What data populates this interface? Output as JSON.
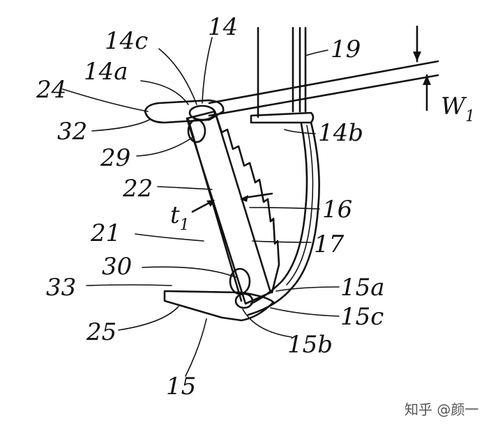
{
  "figure": {
    "labels": [
      {
        "id": "14c",
        "text": "14c"
      },
      {
        "id": "14",
        "text": "14"
      },
      {
        "id": "14a",
        "text": "14a"
      },
      {
        "id": "19",
        "text": "19"
      },
      {
        "id": "24",
        "text": "24"
      },
      {
        "id": "w1",
        "text": "W",
        "sub": "1"
      },
      {
        "id": "32",
        "text": "32"
      },
      {
        "id": "14b",
        "text": "14b"
      },
      {
        "id": "29",
        "text": "29"
      },
      {
        "id": "22",
        "text": "22"
      },
      {
        "id": "t1",
        "text": "t",
        "sub": "1"
      },
      {
        "id": "16",
        "text": "16"
      },
      {
        "id": "21",
        "text": "21"
      },
      {
        "id": "17",
        "text": "17"
      },
      {
        "id": "30",
        "text": "30"
      },
      {
        "id": "15a",
        "text": "15a"
      },
      {
        "id": "33",
        "text": "33"
      },
      {
        "id": "15c",
        "text": "15c"
      },
      {
        "id": "25",
        "text": "25"
      },
      {
        "id": "15b",
        "text": "15b"
      },
      {
        "id": "15",
        "text": "15"
      }
    ]
  },
  "watermark": "知乎 @颜一"
}
